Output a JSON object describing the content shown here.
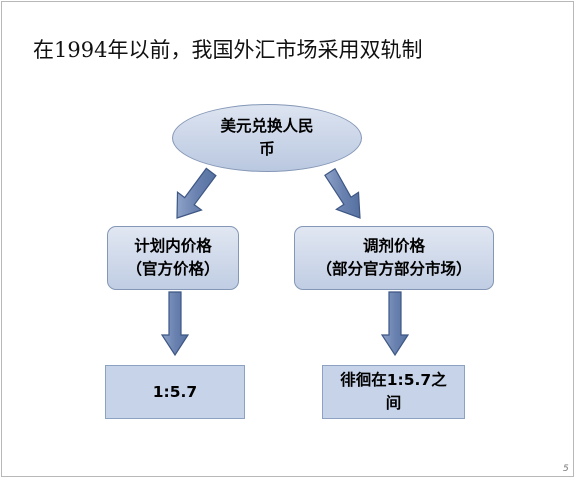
{
  "title": "在1994年以前，我国外汇市场采用双轨制",
  "root": {
    "line1": "美元兑换人民",
    "line2": "币"
  },
  "left_branch": {
    "line1": "计划内价格",
    "line2": "（官方价格）"
  },
  "right_branch": {
    "line1": "调剂价格",
    "line2": "（部分官方部分市场）"
  },
  "left_result": {
    "text": "1:5.7"
  },
  "right_result": {
    "line1": "徘徊在1:5.7之",
    "line2": "间"
  },
  "page_number": "5",
  "colors": {
    "node_fill": "#c6d3e8",
    "node_border": "#8497b6",
    "arrow_fill": "#6d84b0",
    "arrow_stroke": "#3d5684"
  }
}
